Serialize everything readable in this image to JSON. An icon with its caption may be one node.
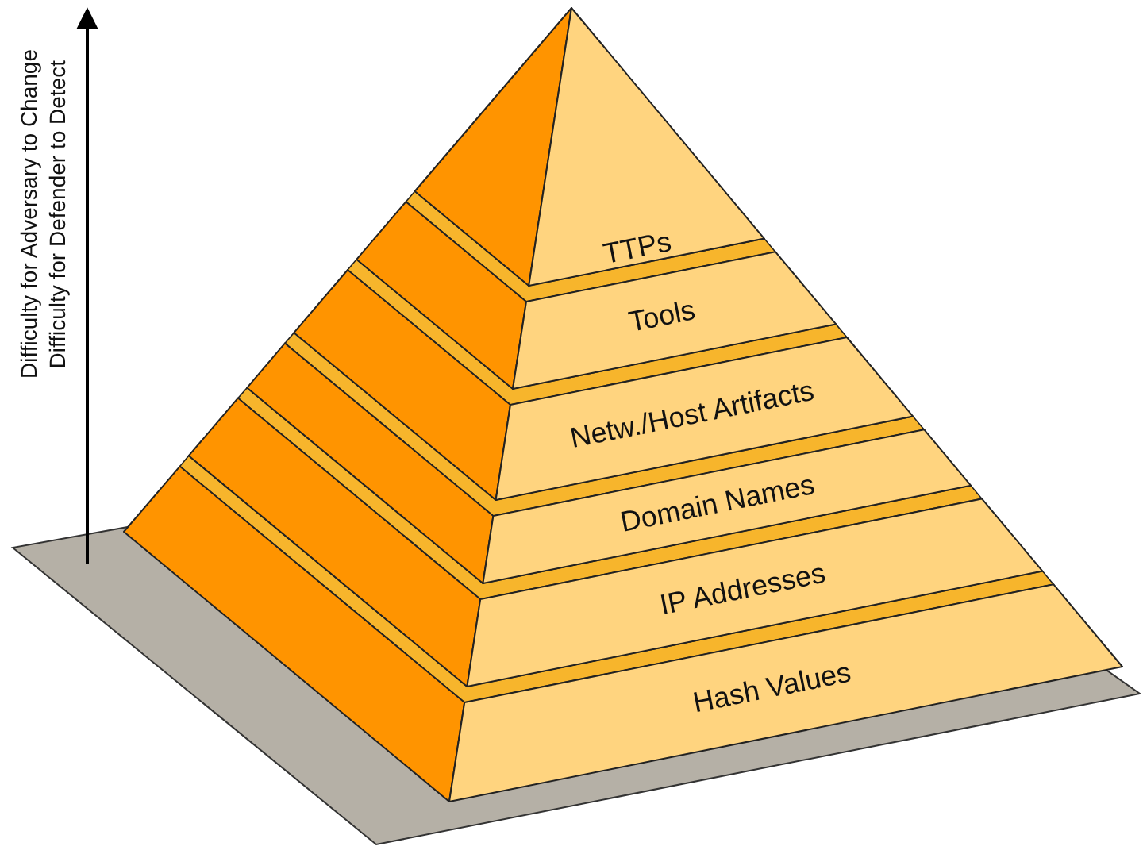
{
  "diagram": {
    "nodes": [
      {
        "text": [
          "TTPs"
        ]
      },
      {
        "text": [
          "Tools"
        ]
      },
      {
        "text": [
          "Netw./Host Artifacts"
        ]
      },
      {
        "text": [
          "Domain Names"
        ]
      },
      {
        "text": [
          "IP Addresses"
        ]
      },
      {
        "text": [
          "Hash Values"
        ]
      }
    ],
    "labels": [
      "Difficulty for Adversary to Change",
      "Difficulty for Defender to Detect"
    ]
  }
}
